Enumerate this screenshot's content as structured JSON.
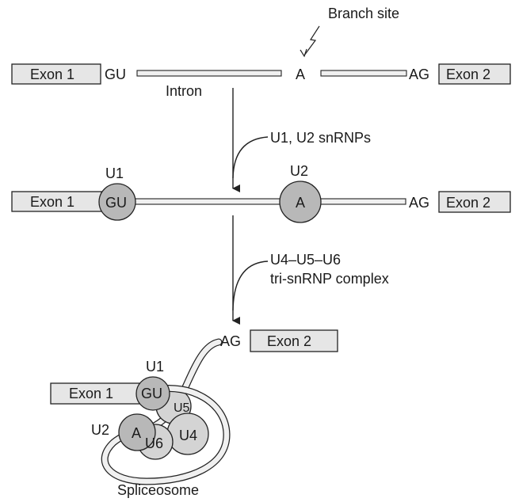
{
  "colors": {
    "exon_fill": "#e6e6e6",
    "intron_fill": "#f0f0f0",
    "snrnp_dark": "#b8b8b8",
    "snrnp_light": "#d4d4d4",
    "stroke": "#222222"
  },
  "top": {
    "branch_site_label": "Branch site",
    "exon1": "Exon 1",
    "exon2": "Exon 2",
    "gu": "GU",
    "a": "A",
    "ag": "AG",
    "intron": "Intron"
  },
  "step1": {
    "label": "U1, U2 snRNPs"
  },
  "middle": {
    "exon1": "Exon 1",
    "exon2": "Exon 2",
    "u1_label": "U1",
    "u2_label": "U2",
    "gu": "GU",
    "a": "A",
    "ag": "AG"
  },
  "step2": {
    "label_line1": "U4–U5–U6",
    "label_line2": "tri-snRNP complex"
  },
  "bottom": {
    "exon1": "Exon 1",
    "exon2": "Exon 2",
    "ag": "AG",
    "u1_label": "U1",
    "u2_label": "U2",
    "gu": "GU",
    "a": "A",
    "u5": "U5",
    "u4": "U4",
    "u6": "U6",
    "spliceosome": "Spliceosome"
  }
}
